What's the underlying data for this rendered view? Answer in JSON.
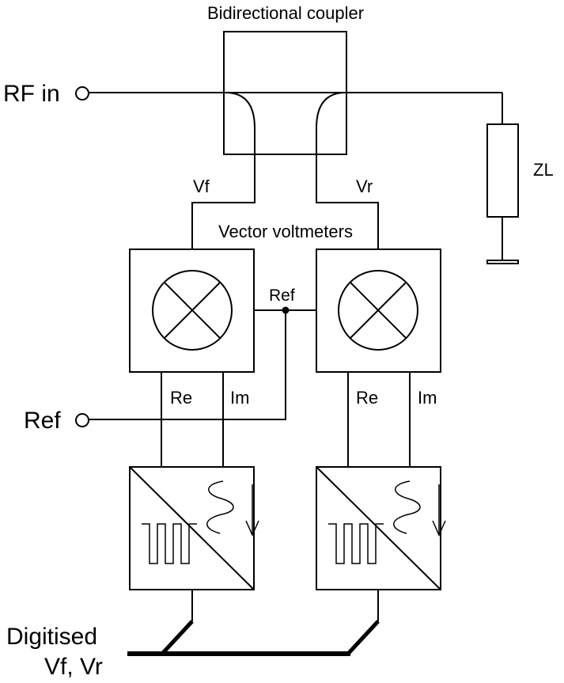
{
  "labels": {
    "coupler": "Bidirectional coupler",
    "rf_in": "RF in",
    "load": "ZL",
    "vf": "Vf",
    "vr": "Vr",
    "vector_voltmeters": "Vector voltmeters",
    "ref_node": "Ref",
    "ref_input": "Ref",
    "re_left": "Re",
    "im_left": "Im",
    "re_right": "Re",
    "im_right": "Im",
    "output_line1": "Digitised",
    "output_line2": "Vf, Vr"
  }
}
